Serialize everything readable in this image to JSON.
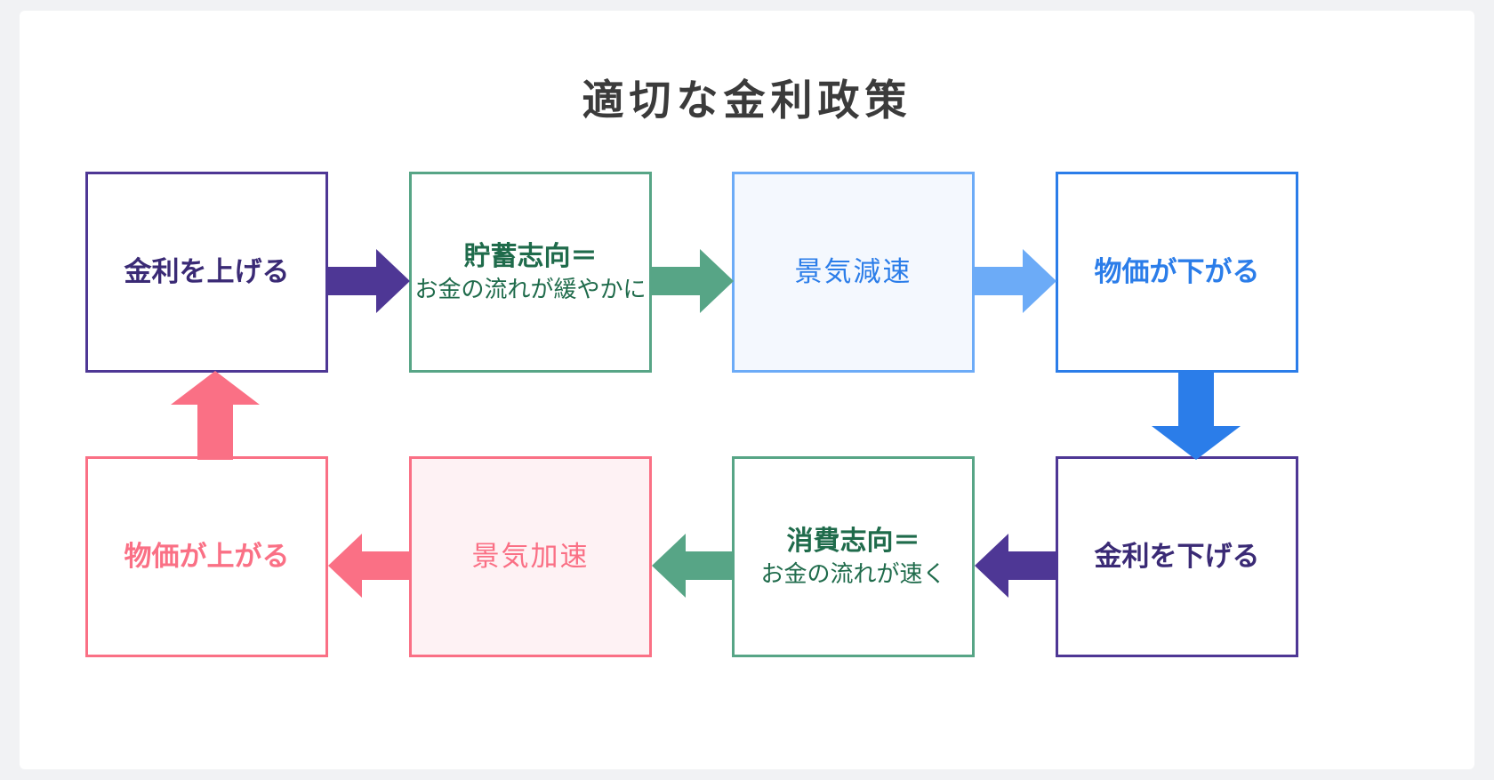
{
  "title": "適切な金利政策",
  "colors": {
    "purple": "#4E3795",
    "green": "#57A586",
    "green_text": "#1F6B4B",
    "light_blue": "#6CABF7",
    "light_blue_fill": "#F4F8FE",
    "blue": "#2B7DE9",
    "pink": "#FA7085",
    "pink_fill": "#FEF2F4",
    "title_text": "#3B3B3B",
    "page_bg": "#F1F2F4",
    "canvas_bg": "#FFFFFF"
  },
  "boxes": [
    {
      "id": "rate-up",
      "main": "金利を上げる",
      "sub": "",
      "border": "#4E3795",
      "fill": "#FFFFFF",
      "text": "#3A2A75",
      "weight": "bold"
    },
    {
      "id": "saving",
      "main": "貯蓄志向＝",
      "sub": "お金の流れが緩やかに",
      "border": "#57A586",
      "fill": "#FFFFFF",
      "text": "#1F6B4B",
      "weight": "bold"
    },
    {
      "id": "slowdown",
      "main": "景気減速",
      "sub": "",
      "border": "#6CABF7",
      "fill": "#F4F8FE",
      "text": "#2B7DE9",
      "weight": "normal"
    },
    {
      "id": "price-down",
      "main": "物価が下がる",
      "sub": "",
      "border": "#2B7DE9",
      "fill": "#FFFFFF",
      "text": "#2B7DE9",
      "weight": "bold"
    },
    {
      "id": "price-up",
      "main": "物価が上がる",
      "sub": "",
      "border": "#FA7085",
      "fill": "#FFFFFF",
      "text": "#FA7085",
      "weight": "bold"
    },
    {
      "id": "accel",
      "main": "景気加速",
      "sub": "",
      "border": "#FA7085",
      "fill": "#FEF2F4",
      "text": "#FA7085",
      "weight": "normal"
    },
    {
      "id": "spending",
      "main": "消費志向＝",
      "sub": "お金の流れが速く",
      "border": "#57A586",
      "fill": "#FFFFFF",
      "text": "#1F6B4B",
      "weight": "bold"
    },
    {
      "id": "rate-down",
      "main": "金利を下げる",
      "sub": "",
      "border": "#4E3795",
      "fill": "#FFFFFF",
      "text": "#3A2A75",
      "weight": "bold"
    }
  ],
  "arrows": [
    {
      "id": "arrow-1",
      "direction": "right",
      "color": "#4E3795",
      "from": "rate-up",
      "to": "saving"
    },
    {
      "id": "arrow-2",
      "direction": "right",
      "color": "#57A586",
      "from": "saving",
      "to": "slowdown"
    },
    {
      "id": "arrow-3",
      "direction": "right",
      "color": "#6CABF7",
      "from": "slowdown",
      "to": "price-down"
    },
    {
      "id": "arrow-down-right",
      "direction": "down",
      "color": "#2B7DE9",
      "from": "price-down",
      "to": "rate-down"
    },
    {
      "id": "arrow-4",
      "direction": "left",
      "color": "#4E3795",
      "from": "rate-down",
      "to": "spending"
    },
    {
      "id": "arrow-5",
      "direction": "left",
      "color": "#57A586",
      "from": "spending",
      "to": "accel"
    },
    {
      "id": "arrow-6",
      "direction": "left",
      "color": "#FA7085",
      "from": "accel",
      "to": "price-up"
    },
    {
      "id": "arrow-up-left",
      "direction": "up",
      "color": "#FA7085",
      "from": "price-up",
      "to": "rate-up"
    }
  ]
}
